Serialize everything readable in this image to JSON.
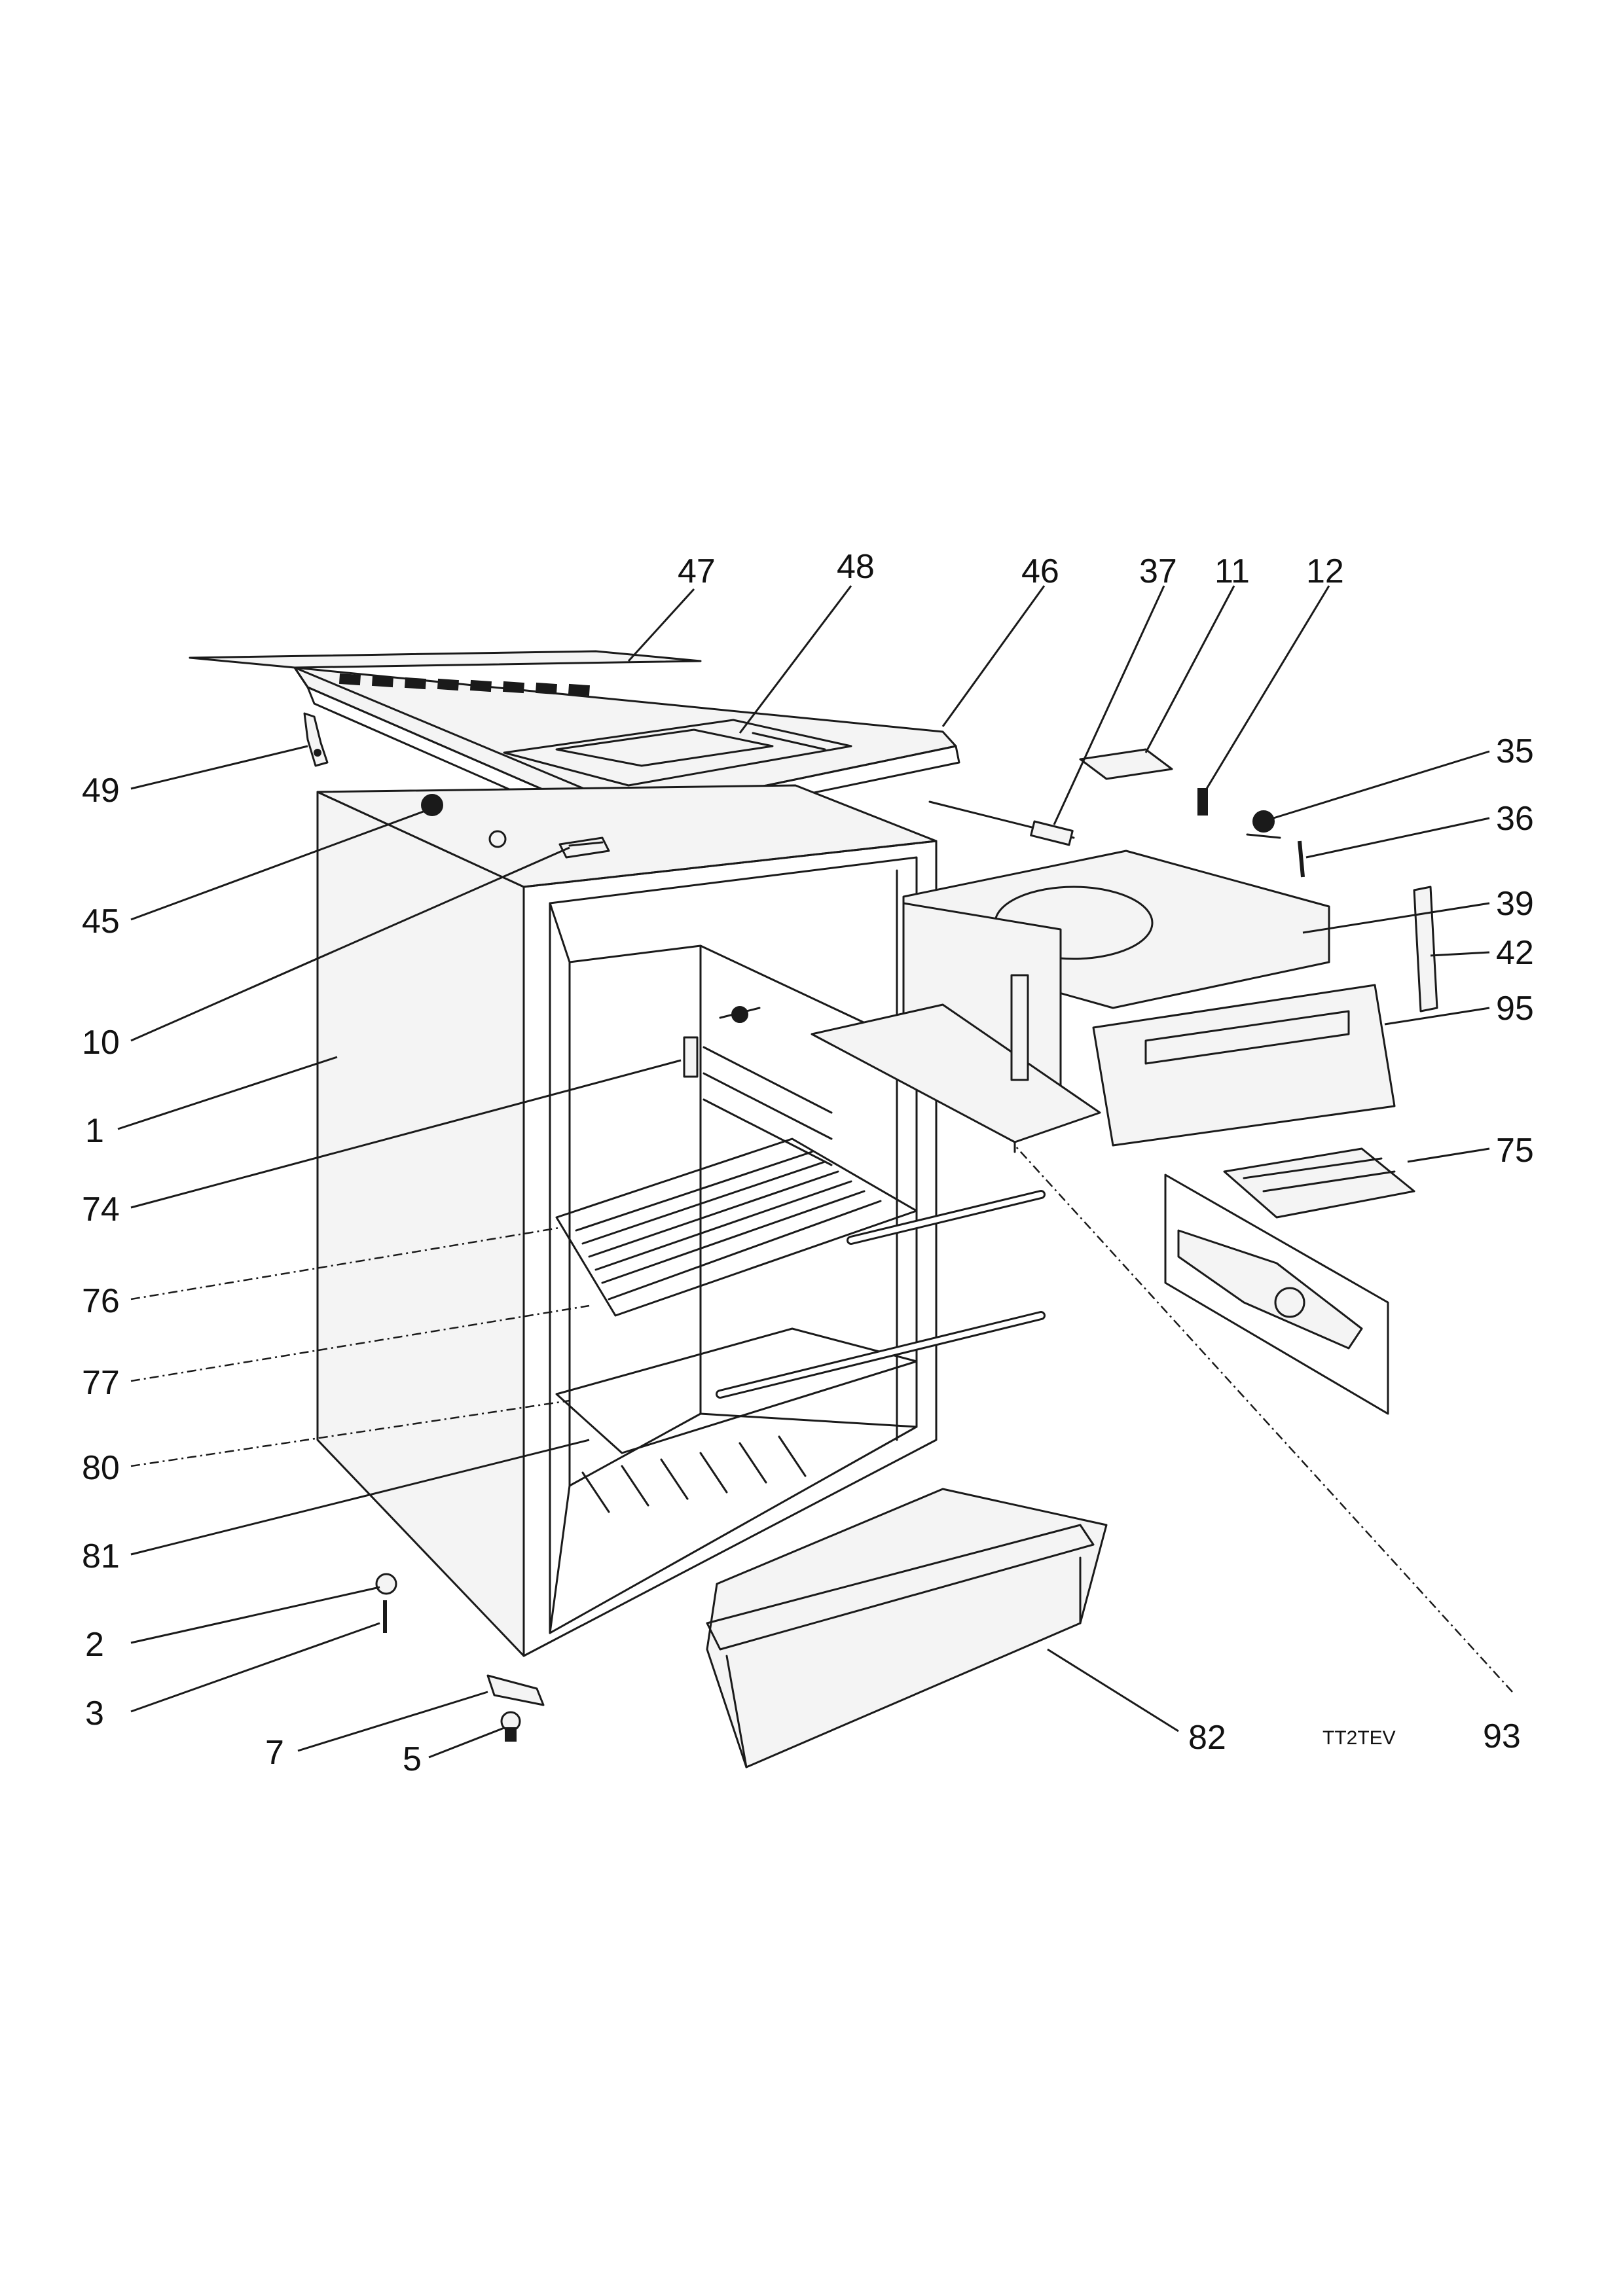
{
  "diagram": {
    "drawing_code": "TT2TEV",
    "callouts": {
      "c47": "47",
      "c48": "48",
      "c46": "46",
      "c37": "37",
      "c11": "11",
      "c12": "12",
      "c35": "35",
      "c36": "36",
      "c39": "39",
      "c42": "42",
      "c95": "95",
      "c75": "75",
      "c93": "93",
      "c82": "82",
      "c49": "49",
      "c45": "45",
      "c10": "10",
      "c1": "1",
      "c74": "74",
      "c76": "76",
      "c77": "77",
      "c80": "80",
      "c81": "81",
      "c2": "2",
      "c3": "3",
      "c7": "7",
      "c5": "5"
    }
  }
}
